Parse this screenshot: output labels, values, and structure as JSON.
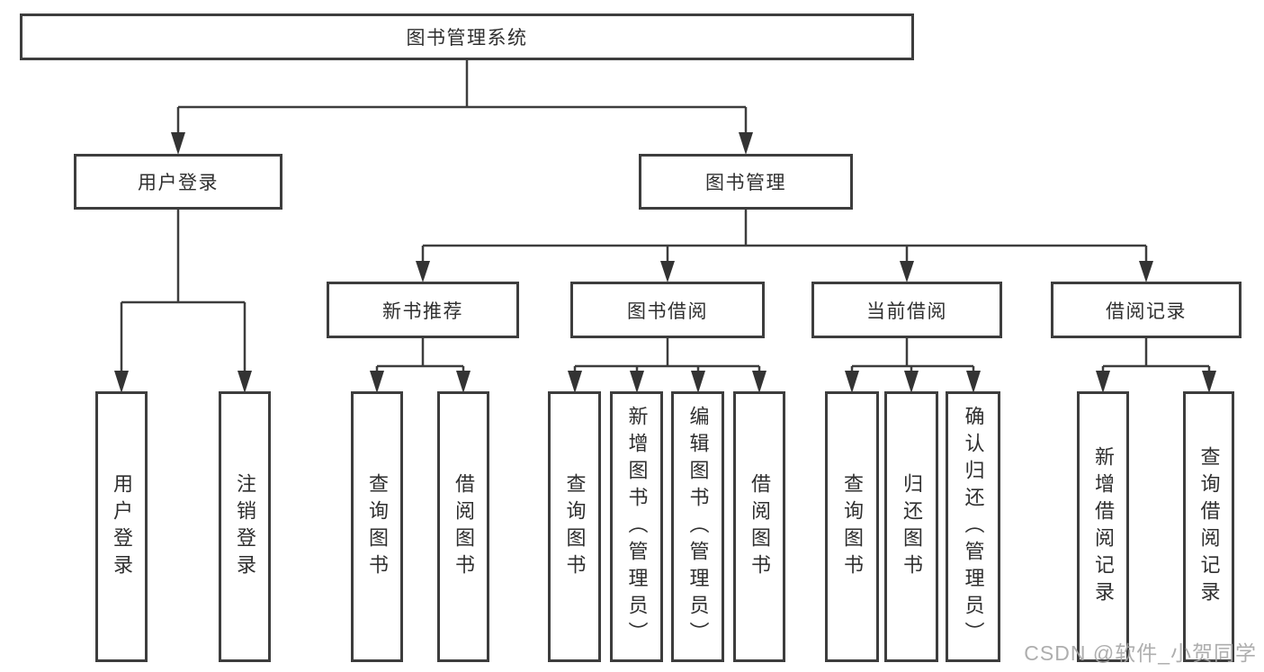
{
  "diagram": {
    "title": "图书管理系统",
    "nodes": {
      "root": {
        "label": "图书管理系统"
      },
      "level2": [
        {
          "id": "user-login",
          "label": "用户登录",
          "parent": "图书管理系统"
        },
        {
          "id": "book-management",
          "label": "图书管理",
          "parent": "图书管理系统"
        }
      ],
      "level3": [
        {
          "id": "new-book-recommend",
          "label": "新书推荐",
          "parent": "图书管理"
        },
        {
          "id": "book-borrow",
          "label": "图书借阅",
          "parent": "图书管理"
        },
        {
          "id": "current-borrow",
          "label": "当前借阅",
          "parent": "图书管理"
        },
        {
          "id": "borrow-records",
          "label": "借阅记录",
          "parent": "图书管理"
        }
      ],
      "leaves": [
        {
          "id": "leaf-user-login",
          "label": "用户登录",
          "parent": "用户登录"
        },
        {
          "id": "leaf-logout",
          "label": "注销登录",
          "parent": "用户登录"
        },
        {
          "id": "leaf-nbr-query-books",
          "label": "查询图书",
          "parent": "新书推荐"
        },
        {
          "id": "leaf-nbr-borrow-books",
          "label": "借阅图书",
          "parent": "新书推荐"
        },
        {
          "id": "leaf-bb-query-books",
          "label": "查询图书",
          "parent": "图书借阅"
        },
        {
          "id": "leaf-bb-add-books-admin",
          "label": "新增图书（管理员）",
          "parent": "图书借阅"
        },
        {
          "id": "leaf-bb-edit-books-admin",
          "label": "编辑图书（管理员）",
          "parent": "图书借阅"
        },
        {
          "id": "leaf-bb-borrow-books",
          "label": "借阅图书",
          "parent": "图书借阅"
        },
        {
          "id": "leaf-cb-query-books",
          "label": "查询图书",
          "parent": "当前借阅"
        },
        {
          "id": "leaf-cb-return-books",
          "label": "归还图书",
          "parent": "当前借阅"
        },
        {
          "id": "leaf-cb-confirm-return-admin",
          "label": "确认归还（管理员）",
          "parent": "当前借阅"
        },
        {
          "id": "leaf-br-add-record",
          "label": "新增借阅记录",
          "parent": "借阅记录"
        },
        {
          "id": "leaf-br-query-record",
          "label": "查询借阅记录",
          "parent": "借阅记录"
        }
      ]
    },
    "colors": {
      "line": "#3d3d3d",
      "text": "#2f2f2f",
      "background": "#ffffff",
      "watermark": "#a5a5a5"
    }
  },
  "watermark": "CSDN @软件_小贺同学"
}
